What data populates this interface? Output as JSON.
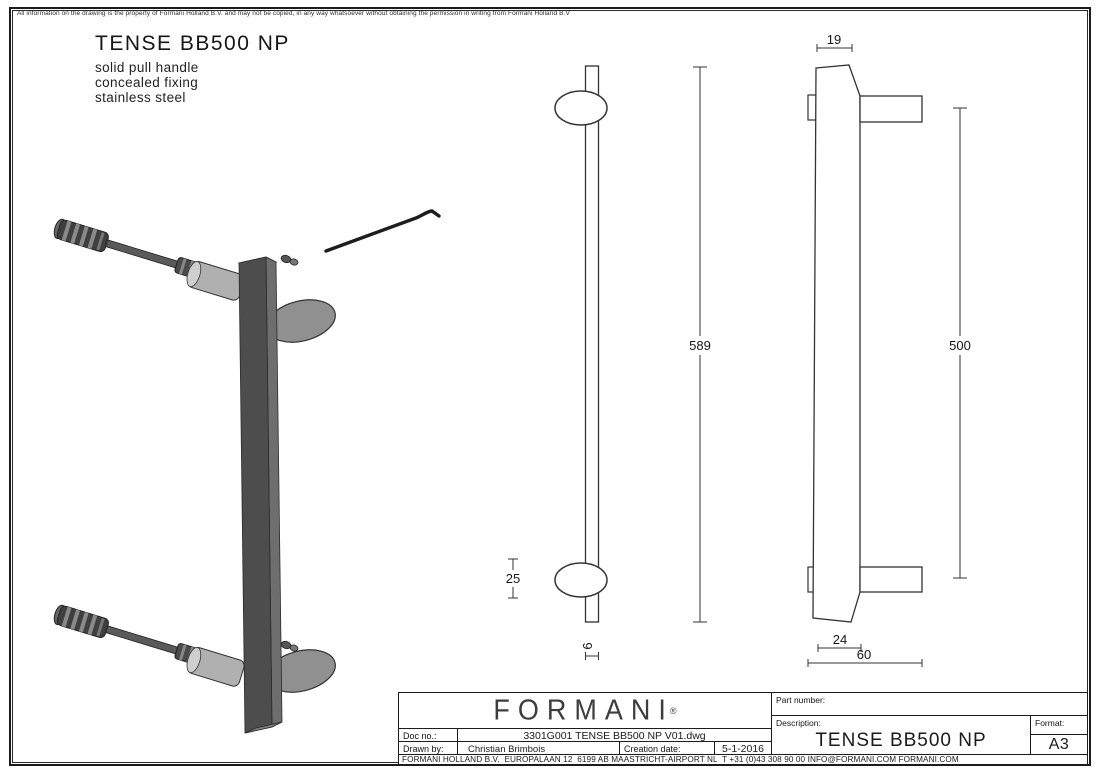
{
  "page": {
    "disclaimer": "All information on the drawing is the property of Formani Holland B.V. and may not be copied, in any way whatsoever without obtaining the permission in writing from Formani Holland B.V",
    "title": "TENSE BB500 NP",
    "subtitle_line1": "solid pull handle",
    "subtitle_line2": "concealed fixing",
    "subtitle_line3": "stainless steel"
  },
  "dims": {
    "front_total_height": "589",
    "rose_height": "25",
    "bar_thickness": "6",
    "bar_width": "19",
    "fixing_centers": "500",
    "bar_depth": "24",
    "total_depth": "60"
  },
  "title_block": {
    "logo": "FORMANI",
    "logo_reg": "®",
    "part_number_label": "Part number:",
    "description_label": "Description:",
    "description_value": "TENSE BB500 NP",
    "format_label": "Format:",
    "format_value": "A3",
    "doc_no_label": "Doc no.:",
    "doc_no_value": "3301G001 TENSE BB500 NP V01.dwg",
    "drawn_by_label": "Drawn by:",
    "drawn_by_value": "Christian Brimbois",
    "creation_date_label": "Creation date:",
    "creation_date_value": "5-1-2016",
    "footer": "FORMANI HOLLAND B.V.  EUROPALAAN 12  6199 AB MAASTRICHT-AIRPORT NL  T +31 (0)43 308 90 00 INFO@FORMANI.COM FORMANI.COM"
  },
  "colors": {
    "line": "#333333",
    "bar_front": "#4d4d4d",
    "bar_side": "#6e6e6e",
    "rose_fill": "#909090",
    "boss_fill": "#b0b0b0"
  }
}
